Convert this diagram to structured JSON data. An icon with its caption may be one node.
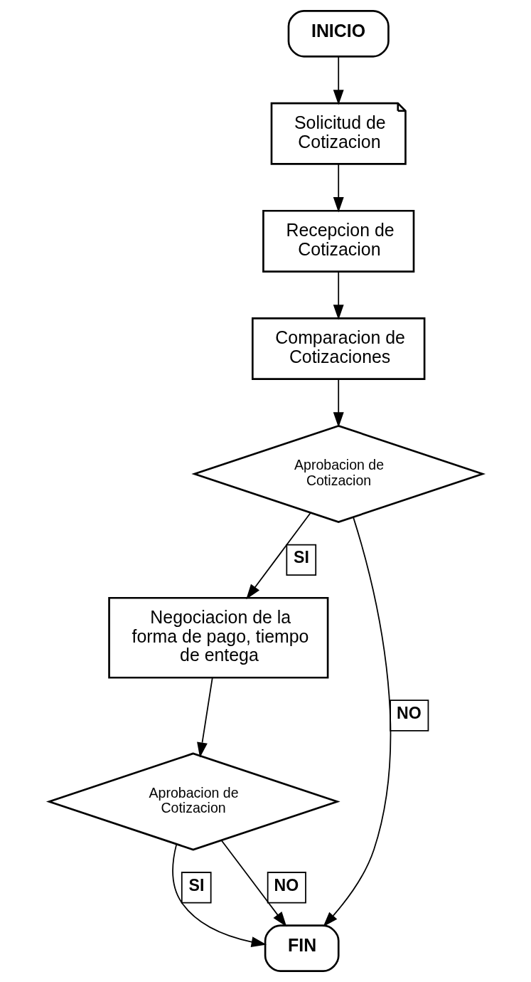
{
  "diagram": {
    "nodes": [
      {
        "text": [
          "INICIO"
        ]
      },
      {
        "text": [
          "Solicitud de Cotizacion"
        ]
      },
      {
        "text": [
          "Recepcion de Cotizacion"
        ]
      },
      {
        "text": [
          "Comparacion de Cotizaciones"
        ]
      },
      {
        "text": [
          "Aprobacion de Cotizacion"
        ]
      },
      {
        "text": [
          "Negociacion de la forma de pago, tiempo de entega"
        ]
      },
      {
        "text": [
          "Aprobacion de Cotizacion"
        ]
      },
      {
        "text": [
          "FIN"
        ]
      }
    ],
    "edges": [
      {
        "from": 0,
        "to": 1,
        "arrow": "to"
      },
      {
        "from": 1,
        "to": 2,
        "arrow": "to"
      },
      {
        "from": 2,
        "to": 3,
        "arrow": "to"
      },
      {
        "from": 3,
        "to": 4,
        "arrow": "to"
      },
      {
        "from": 4,
        "to": 5,
        "arrow": "to",
        "label": "SI"
      },
      {
        "from": 4,
        "to": 7,
        "arrow": "to",
        "label": "NO"
      },
      {
        "from": 5,
        "to": 6,
        "arrow": "to"
      },
      {
        "from": 6,
        "to": 7,
        "arrow": "to",
        "label": "SI"
      },
      {
        "from": 6,
        "to": 7,
        "arrow": "to",
        "label": "NO"
      }
    ]
  }
}
